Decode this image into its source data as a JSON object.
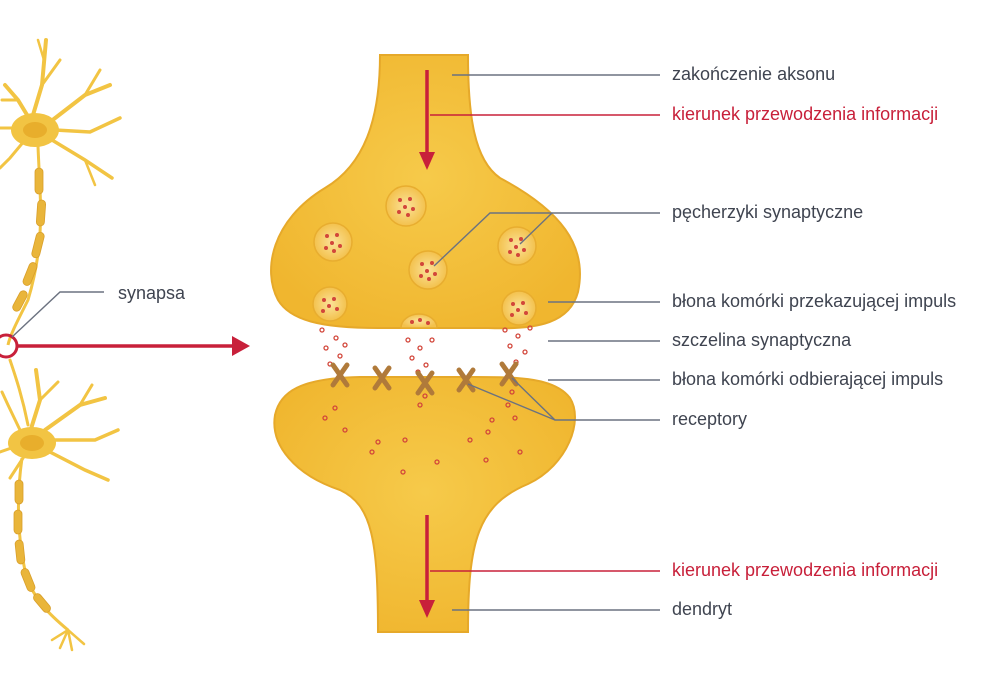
{
  "colors": {
    "accent": "#c8203a",
    "neuron": "#f2c443",
    "cell": "#f3bd35",
    "membrane": "#e6a92a",
    "vesicle_dot": "#d2463a",
    "receptor": "#b07a3a",
    "leader": "#6b7280",
    "text": "#3f4450"
  },
  "labels": {
    "synapse": "synapsa",
    "axon_terminal": "zakończenie aksonu",
    "direction_top": "kierunek przewodzenia informacji",
    "vesicles": "pęcherzyki synaptyczne",
    "presynaptic_membrane": "błona komórki przekazującej impuls",
    "synaptic_cleft": "szczelina synaptyczna",
    "postsynaptic_membrane": "błona komórki odbierającej  impuls",
    "receptors": "receptory",
    "direction_bottom": "kierunek przewodzenia informacji",
    "dendrite": "dendryt"
  },
  "icons": {
    "zoom_circle": "magnify-ring-icon",
    "arrow": "arrow-right-icon"
  }
}
